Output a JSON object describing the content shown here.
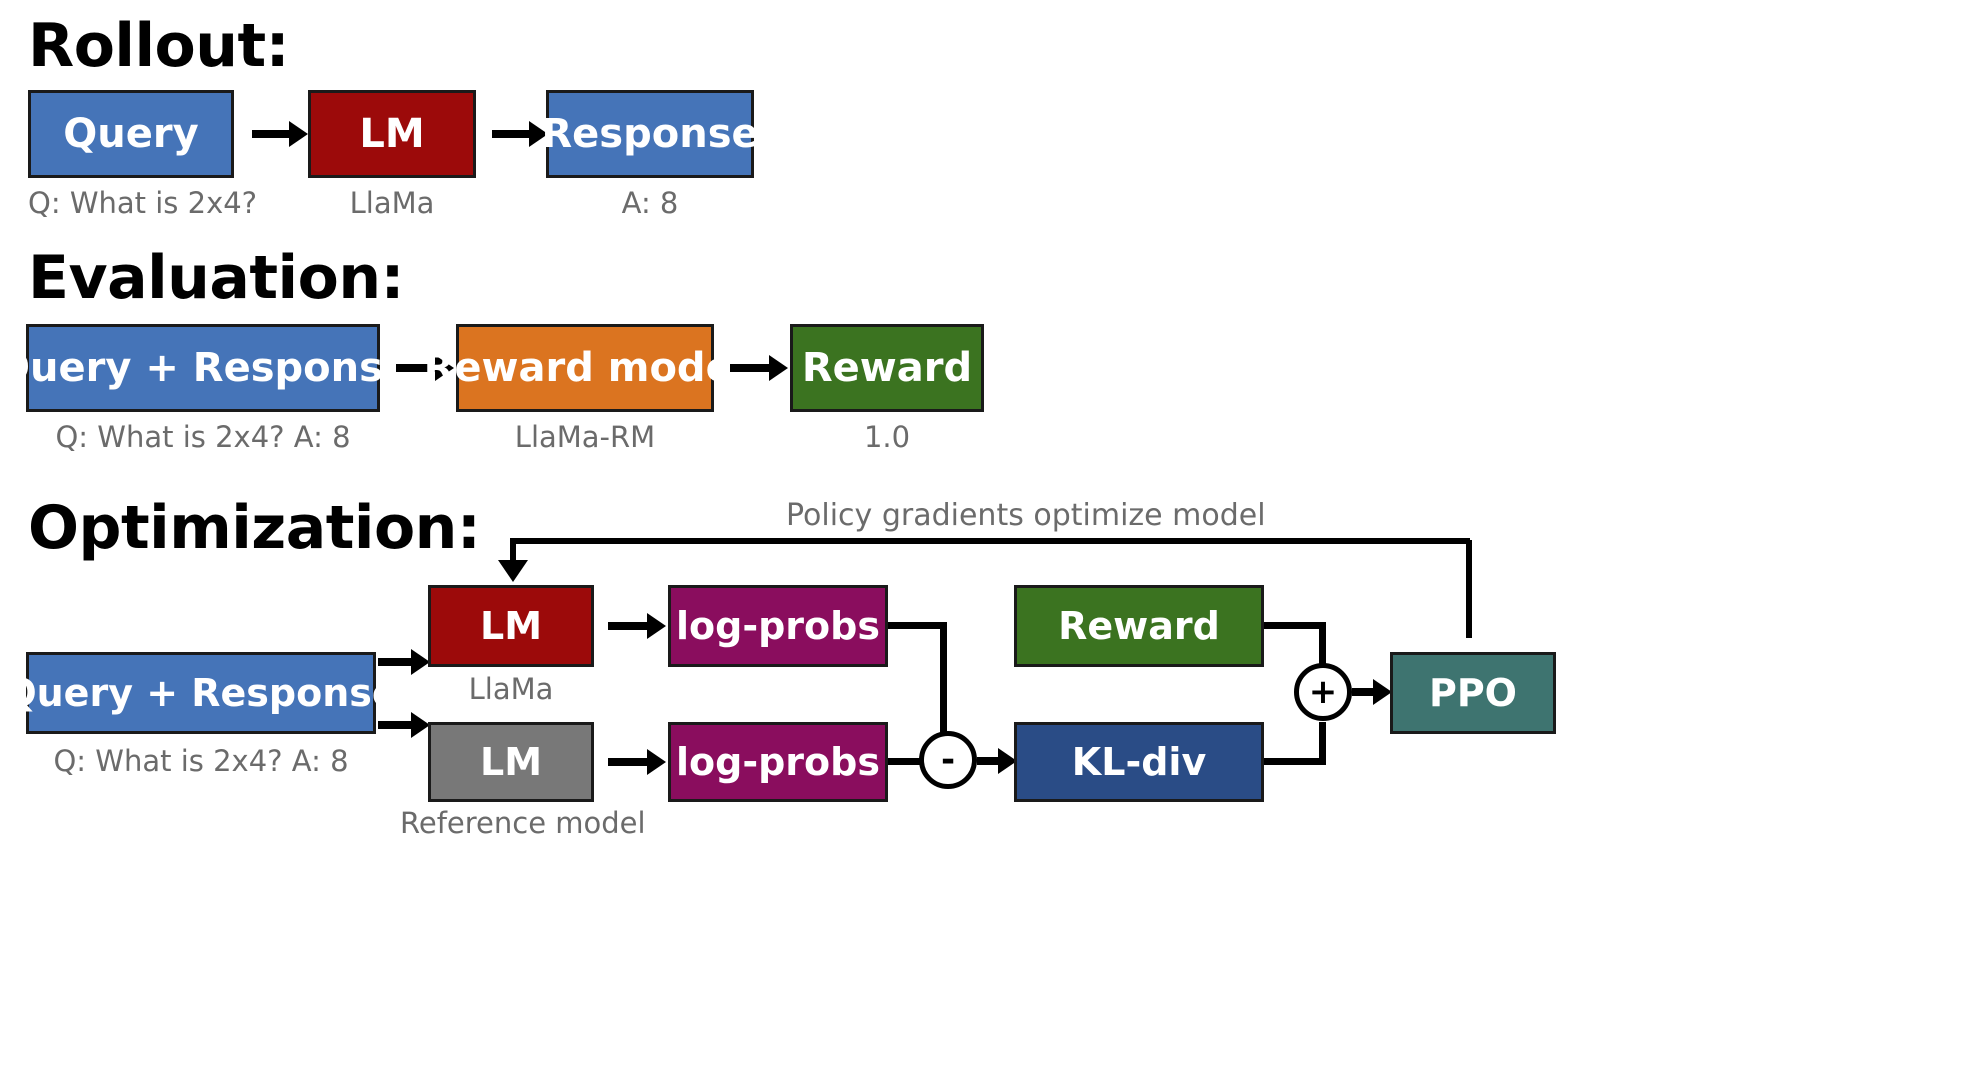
{
  "sections": [
    {
      "id": "rollout",
      "title": "Rollout:"
    },
    {
      "id": "evaluation",
      "title": "Evaluation:"
    },
    {
      "id": "optimization",
      "title": "Optimization:"
    }
  ],
  "rollout": {
    "title": "Rollout:",
    "boxes": [
      {
        "label": "Query",
        "color": "#4574B8",
        "caption": "Q: What is 2x4?"
      },
      {
        "label": "LM",
        "color": "#9C0A0A",
        "caption": "LlaMa"
      },
      {
        "label": "Response",
        "color": "#4574B8",
        "caption": "A: 8"
      }
    ]
  },
  "evaluation": {
    "title": "Evaluation:",
    "boxes": [
      {
        "label": "Query + Response",
        "color": "#4574B8",
        "caption": "Q: What is 2x4? A: 8"
      },
      {
        "label": "Reward model",
        "color": "#DB7420",
        "caption": "LlaMa-RM"
      },
      {
        "label": "Reward",
        "color": "#3B7320",
        "caption": "1.0"
      }
    ]
  },
  "optimization": {
    "title": "Optimization:",
    "loop_label": "Policy gradients optimize model",
    "input": {
      "label": "Query + Response",
      "color": "#4574B8",
      "caption": "Q: What is 2x4? A: 8"
    },
    "policy_model": {
      "label": "LM",
      "color": "#9C0A0A",
      "caption": "LlaMa"
    },
    "reference_model": {
      "label": "LM",
      "color": "#787878",
      "caption": "Reference model"
    },
    "policy_logprobs": {
      "label": "log-probs",
      "color": "#8A0D5E"
    },
    "reference_logprobs": {
      "label": "log-probs",
      "color": "#8A0D5E"
    },
    "reward": {
      "label": "Reward",
      "color": "#3B7320"
    },
    "kl_div": {
      "label": "KL-div",
      "color": "#2A4C86"
    },
    "ppo": {
      "label": "PPO",
      "color": "#3E7470"
    },
    "operators": [
      {
        "symbol": "-",
        "name": "subtract"
      },
      {
        "symbol": "+",
        "name": "add"
      }
    ]
  },
  "colors": {
    "blue": "#4574B8",
    "dark_red": "#9C0A0A",
    "orange": "#DB7420",
    "green": "#3B7320",
    "purple": "#8A0D5E",
    "gray": "#787878",
    "navy": "#2A4C86",
    "teal": "#3E7470",
    "caption_gray": "#6b6b6b",
    "stroke": "#000000",
    "background": "#ffffff"
  }
}
